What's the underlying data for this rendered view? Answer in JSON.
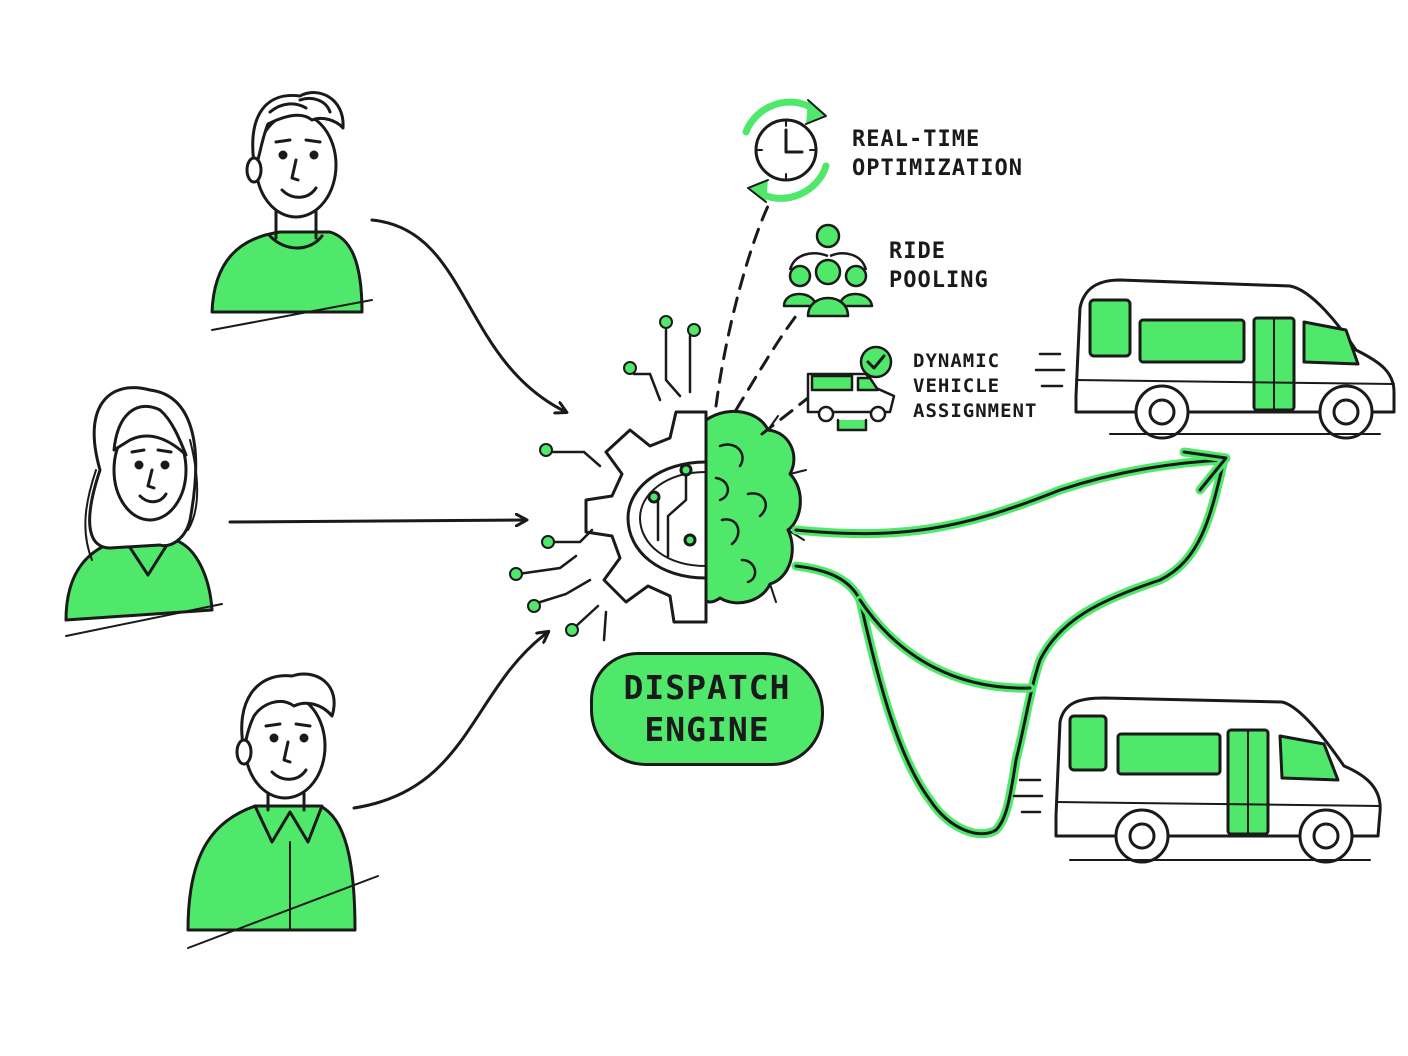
{
  "engine": {
    "line1": "DISPATCH",
    "line2": "ENGINE"
  },
  "features": [
    {
      "icon": "clock-refresh-icon",
      "line1": "REAL-TIME",
      "line2": "OPTIMIZATION"
    },
    {
      "icon": "group-people-icon",
      "line1": "RIDE",
      "line2": "POOLING"
    },
    {
      "icon": "truck-checkmark-icon",
      "line1": "DYNAMIC",
      "line2": "VEHICLE",
      "line3": "ASSIGNMENT"
    }
  ],
  "colors": {
    "accent": "#4fe86a",
    "ink": "#1a1a1a",
    "background": "#ffffff"
  }
}
